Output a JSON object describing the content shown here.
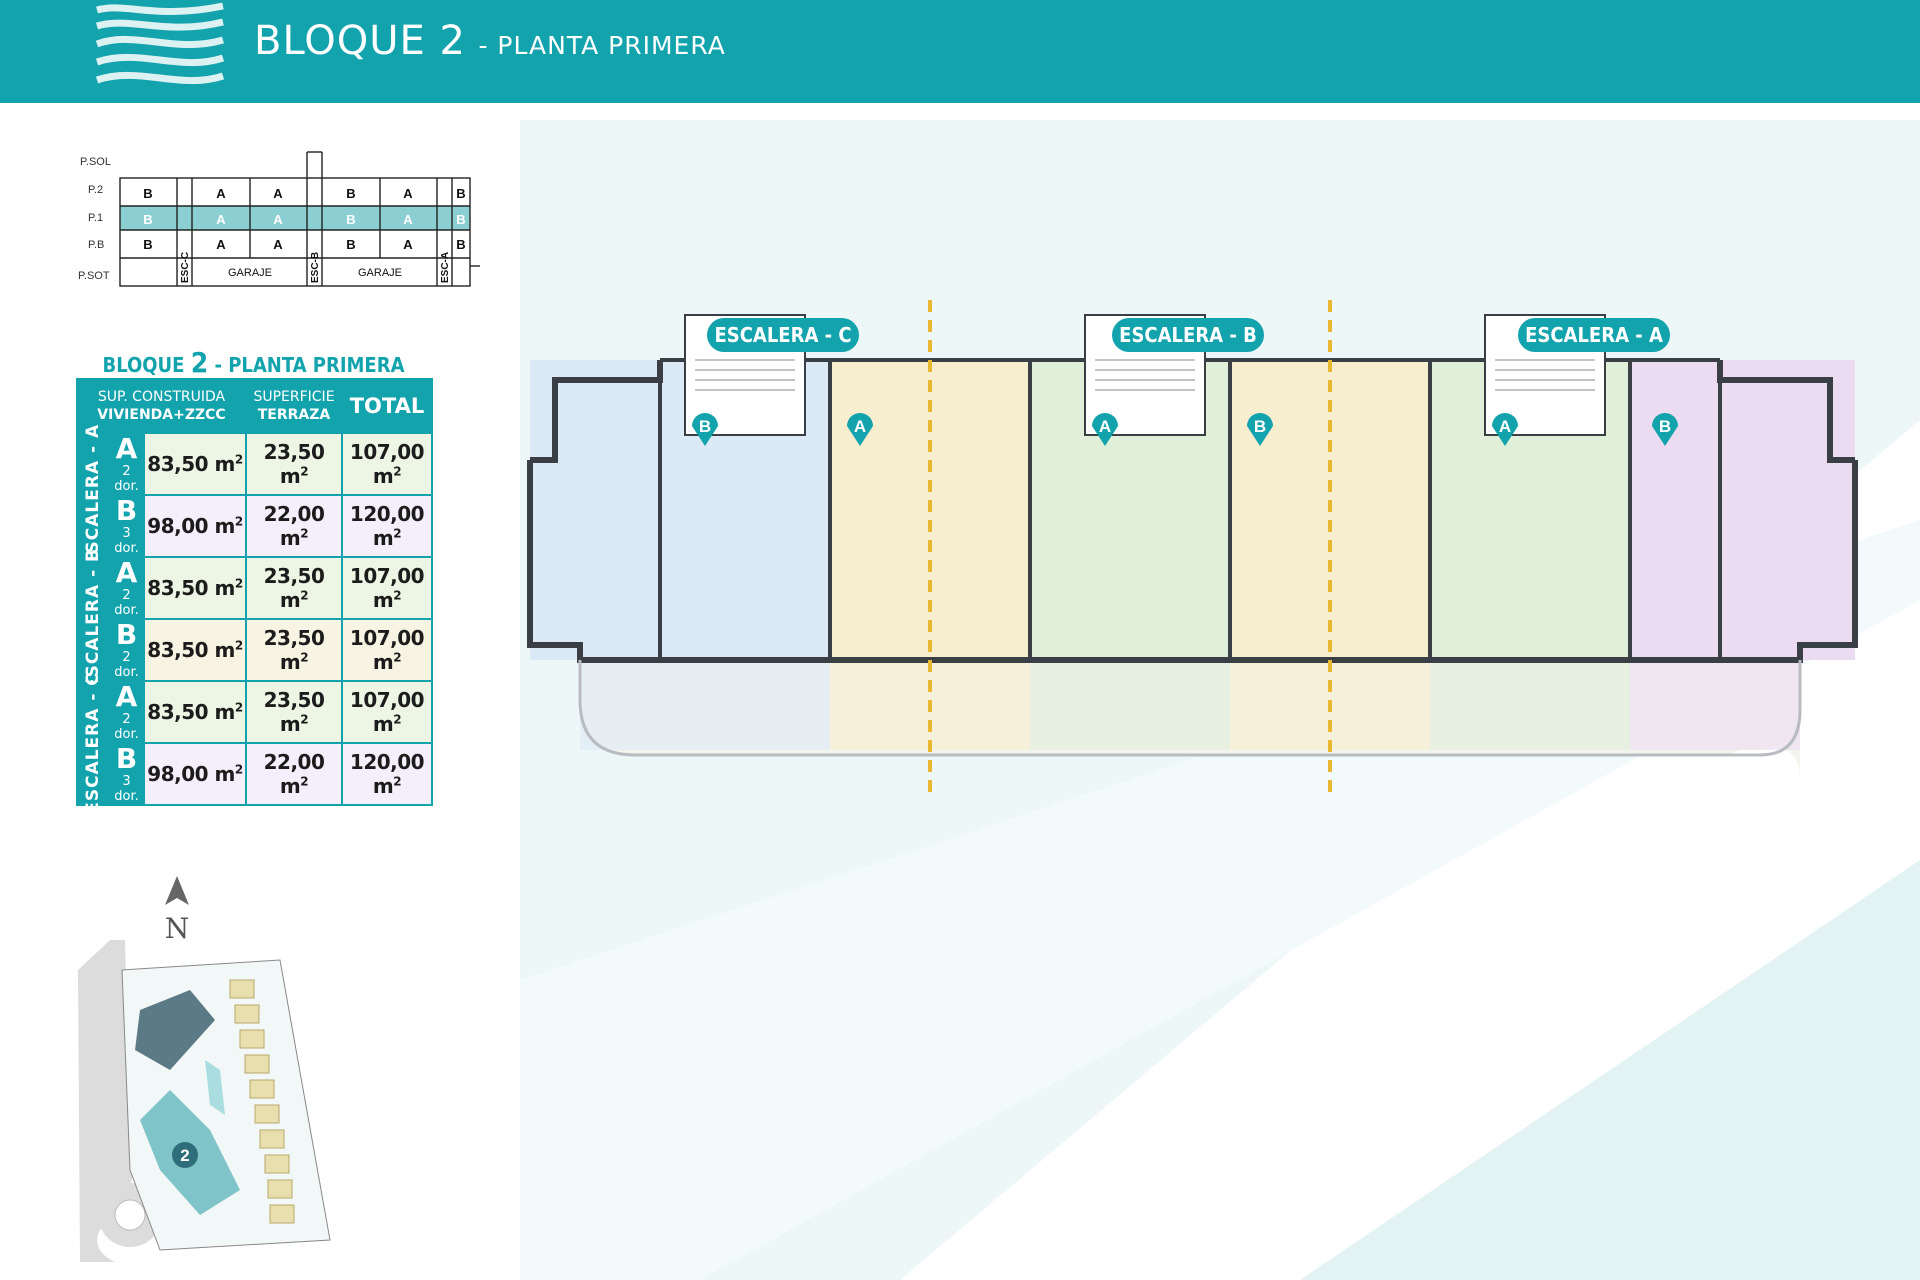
{
  "header": {
    "title": "BLOQUE 2",
    "subtitle": "- PLANTA PRIMERA",
    "bg_color": "#13a3ad"
  },
  "schematic": {
    "floors": [
      "P.SOL",
      "P.2",
      "P.1",
      "P.B",
      "P.SOT"
    ],
    "row_p2": [
      "B",
      "A",
      "A",
      "B",
      "A",
      "B"
    ],
    "row_p1": [
      "B",
      "A",
      "A",
      "B",
      "A",
      "B"
    ],
    "row_pb": [
      "B",
      "A",
      "A",
      "B",
      "A",
      "B"
    ],
    "stairs": [
      "ESC-C",
      "ESC-B",
      "ESC-A"
    ],
    "garage": [
      "GARAJE",
      "GARAJE"
    ]
  },
  "table": {
    "title_prefix": "BLOQUE",
    "title_number": "2",
    "title_suffix": "- PLANTA PRIMERA",
    "headers": {
      "col1_line1": "SUP. CONSTRUIDA",
      "col1_line2": "VIVIENDA+ZZCC",
      "col2_line1": "SUPERFICIE",
      "col2_line2": "TERRAZA",
      "col3": "TOTAL"
    },
    "groups": [
      {
        "escalera": "ESCALERA - A",
        "rows": [
          {
            "type": "A",
            "dorms": "2 dor.",
            "vivienda": "83,50 m",
            "terraza": "23,50 m",
            "total": "107,00 m"
          },
          {
            "type": "B",
            "dorms": "3 dor.",
            "vivienda": "98,00 m",
            "terraza": "22,00 m",
            "total": "120,00 m"
          }
        ]
      },
      {
        "escalera": "ESCALERA - B",
        "rows": [
          {
            "type": "A",
            "dorms": "2 dor.",
            "vivienda": "83,50 m",
            "terraza": "23,50 m",
            "total": "107,00 m"
          },
          {
            "type": "B",
            "dorms": "2 dor.",
            "vivienda": "83,50 m",
            "terraza": "23,50 m",
            "total": "107,00 m"
          }
        ]
      },
      {
        "escalera": "ESCALERA - C",
        "rows": [
          {
            "type": "A",
            "dorms": "2 dor.",
            "vivienda": "83,50 m",
            "terraza": "23,50 m",
            "total": "107,00 m"
          },
          {
            "type": "B",
            "dorms": "3 dor.",
            "vivienda": "98,00 m",
            "terraza": "22,00 m",
            "total": "120,00 m"
          }
        ]
      }
    ],
    "sup": "2"
  },
  "plan": {
    "stair_labels": [
      "ESCALERA - C",
      "ESCALERA - B",
      "ESCALERA - A"
    ],
    "unit_badges": [
      "B",
      "A",
      "A",
      "B",
      "A",
      "B"
    ],
    "unit_colors": [
      "#dceaf7",
      "#f7edcf",
      "#e0efd8",
      "#f7edcf",
      "#e0efd8",
      "#ecdcf2"
    ],
    "divider_color": "#e8b830"
  },
  "sitemap": {
    "north": "N",
    "block_number": "2"
  }
}
